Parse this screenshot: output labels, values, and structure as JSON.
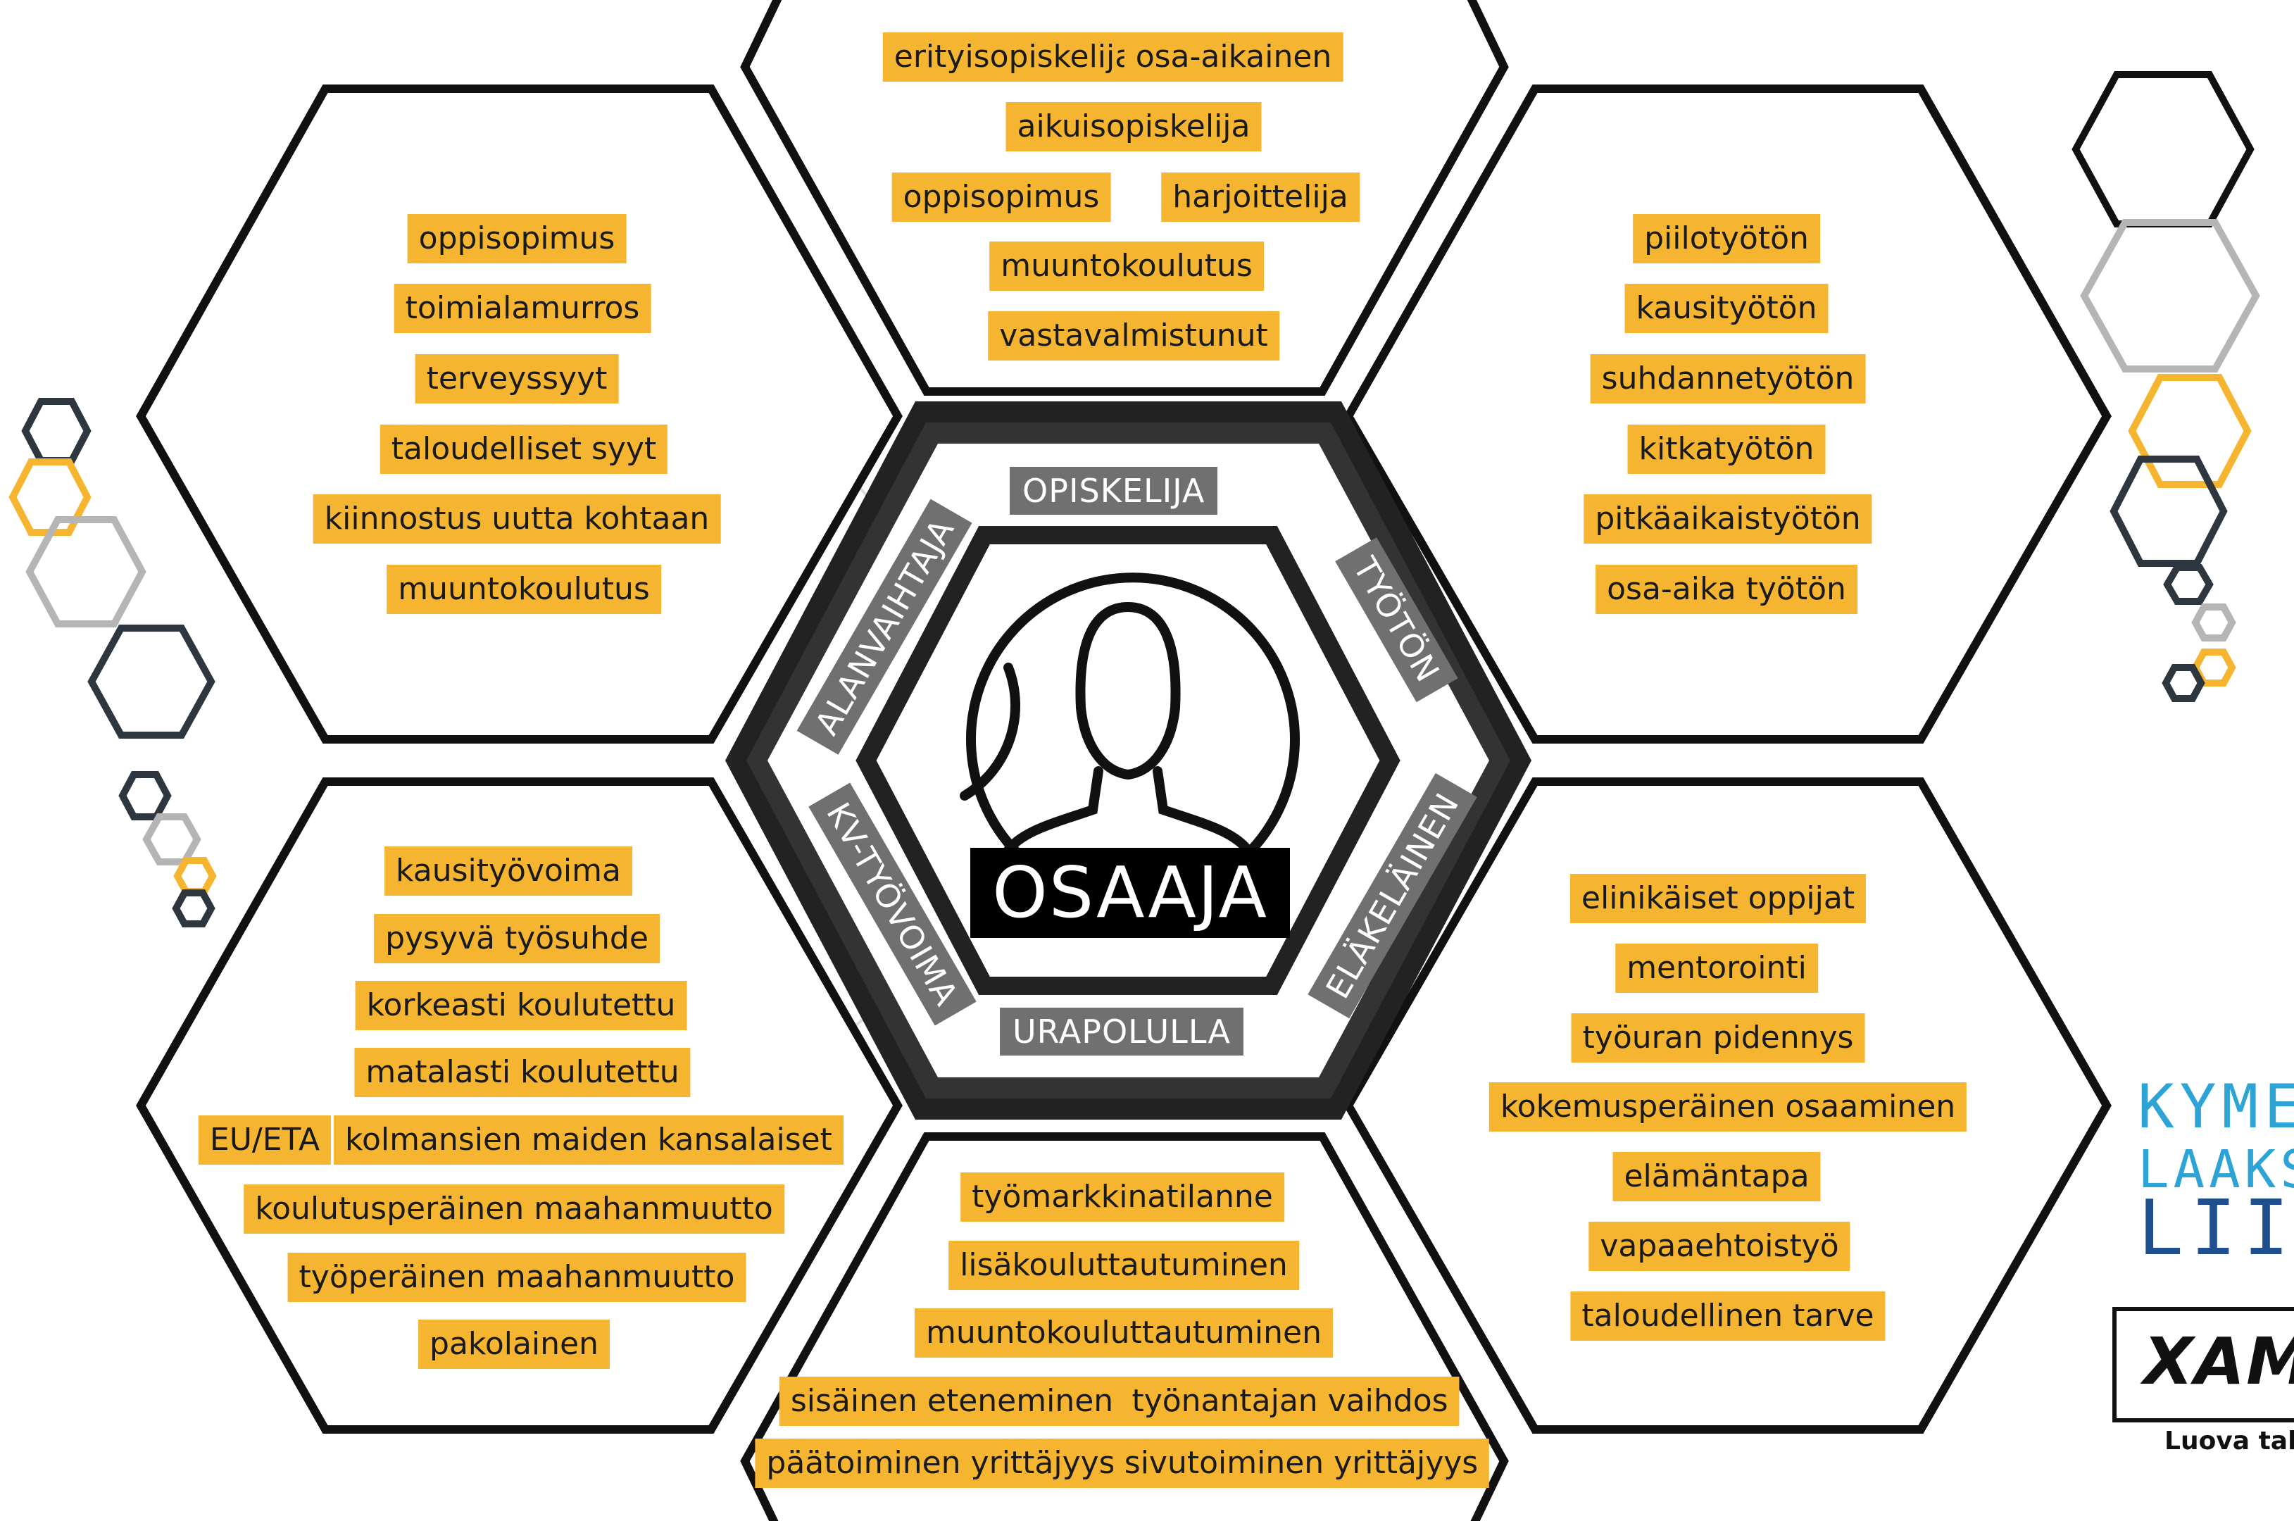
{
  "center": {
    "title": "OSAAJA"
  },
  "ring_labels": {
    "top": "OPISKELIJA",
    "upper_right": "TYÖTÖN",
    "lower_right": "ELÄKELÄINEN",
    "bottom": "URAPOLULLA",
    "lower_left": "KV-TYÖVOIMA",
    "upper_left": "ALANVAIHTAJA"
  },
  "hexes": {
    "top": [
      "erityisopiskelija",
      "osa-aikainen",
      "aikuisopiskelija",
      "oppisopimus",
      "harjoittelija",
      "muuntokoulutus",
      "vastavalmistunut"
    ],
    "upper_left": [
      "oppisopimus",
      "toimialamurros",
      "terveyssyyt",
      "taloudelliset syyt",
      "kiinnostus uutta kohtaan",
      "muuntokoulutus"
    ],
    "upper_right": [
      "piilotyötön",
      "kausityötön",
      "suhdannetyötön",
      "kitkatyötön",
      "pitkäaikaistyötön",
      "osa-aika työtön"
    ],
    "lower_left": [
      "kausityövoima",
      "pysyvä työsuhde",
      "korkeasti koulutettu",
      "matalasti koulutettu",
      "EU/ETA",
      "kolmansien maiden kansalaiset",
      "koulutusperäinen maahanmuutto",
      "työperäinen maahanmuutto",
      "pakolainen"
    ],
    "lower_right": [
      "elinikäiset oppijat",
      "mentorointi",
      "työuran pidennys",
      "kokemusperäinen osaaminen",
      "elämäntapa",
      "vapaaehtoistyö",
      "taloudellinen tarve"
    ],
    "bottom": [
      "työmarkkinatilanne",
      "lisäkouluttautuminen",
      "muuntokouluttautuminen",
      "sisäinen eteneminen",
      "työnantajan vaihdos",
      "päätoiminen yrittäjyys",
      "sivutoiminen yrittäjyys"
    ]
  },
  "logos": {
    "kymenlaakso": [
      "KYME",
      "LAAKS",
      "LIITT"
    ],
    "xamk": {
      "name": "XAM",
      "tagline": "Luova talo"
    }
  },
  "colors": {
    "chip": "#F6B530",
    "outline": "#111111",
    "ring_label_bg": "#707070",
    "deco_yellow": "#F6B530",
    "deco_gray": "#B5B5B5",
    "deco_dark": "#2E3640"
  }
}
